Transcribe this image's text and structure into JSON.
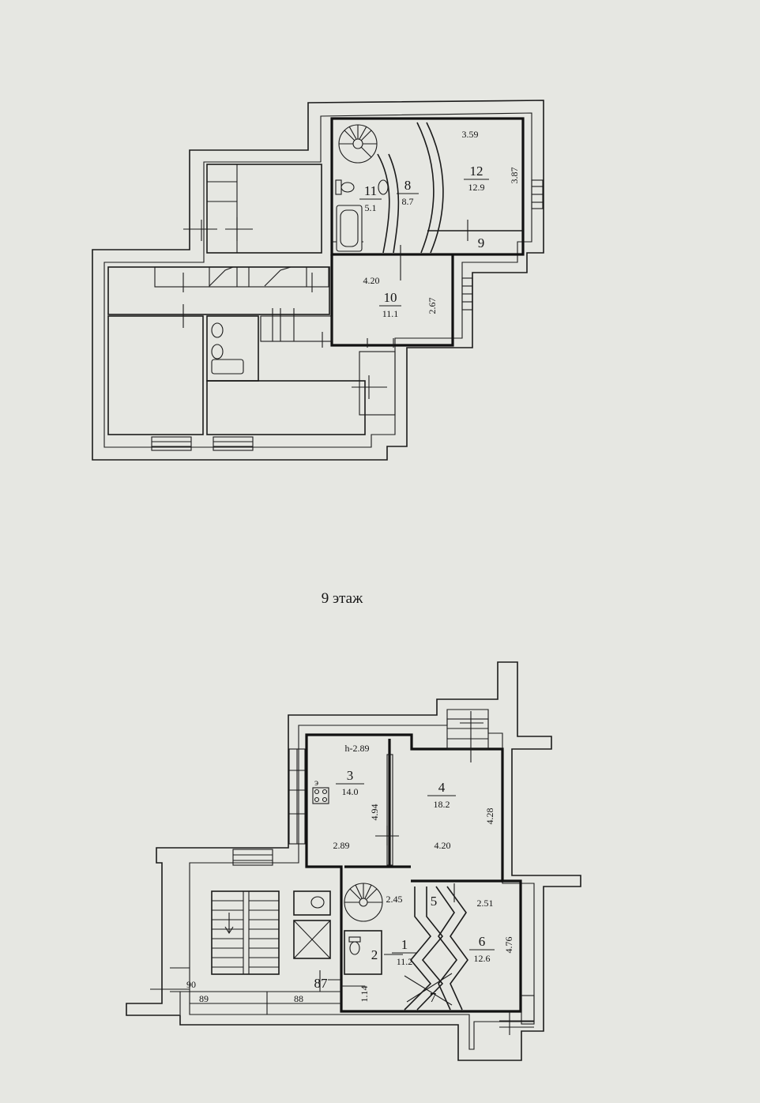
{
  "caption": "9 этаж",
  "upper_floor": {
    "rooms": [
      {
        "id": "r11",
        "number": "11",
        "area": "5.1"
      },
      {
        "id": "r8",
        "number": "8",
        "area": "8.7"
      },
      {
        "id": "r12",
        "number": "12",
        "area": "12.9"
      },
      {
        "id": "r9",
        "number": "9",
        "area": ""
      },
      {
        "id": "r10",
        "number": "10",
        "area": "11.1"
      }
    ],
    "dimensions": {
      "d359": "3.59",
      "d387": "3.87",
      "d420": "4.20",
      "d267": "2.67"
    }
  },
  "lower_floor": {
    "rooms": [
      {
        "id": "r3",
        "number": "3",
        "area": "14.0"
      },
      {
        "id": "r4",
        "number": "4",
        "area": "18.2"
      },
      {
        "id": "r5",
        "number": "5",
        "area": ""
      },
      {
        "id": "r6",
        "number": "6",
        "area": "12.6"
      },
      {
        "id": "r1",
        "number": "1",
        "area": "11.2"
      },
      {
        "id": "r2",
        "number": "2",
        "area": ""
      },
      {
        "id": "r7",
        "number": "7",
        "area": ""
      },
      {
        "id": "r87",
        "number": "87",
        "area": ""
      },
      {
        "id": "r88",
        "number": "88",
        "area": ""
      },
      {
        "id": "r89",
        "number": "89",
        "area": ""
      },
      {
        "id": "r90",
        "number": "90",
        "area": ""
      }
    ],
    "dimensions": {
      "h289": "h-2.89",
      "d494": "4.94",
      "d289": "2.89",
      "d428": "4.28",
      "d420": "4.20",
      "d245": "2.45",
      "d251": "2.51",
      "d476": "4.76",
      "d114": "1.14"
    },
    "stove_mark": "э"
  }
}
